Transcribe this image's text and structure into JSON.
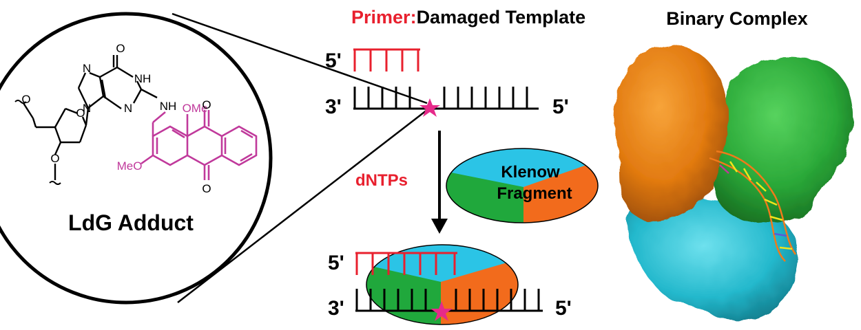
{
  "header": {
    "primer_word": "Primer",
    "separator": ":",
    "template_word": "Damaged Template",
    "binary_title": "Binary Complex"
  },
  "adduct": {
    "label": "LdG Adduct",
    "atoms": {
      "o_carbonyl_top": "O",
      "n7": "N",
      "nh1": "NH",
      "n9": "N",
      "n3": "N",
      "n2h": "NH",
      "sugar_o": "O",
      "ome_top": "OMe",
      "meo_left": "MeO",
      "o_q1": "O",
      "o_q2": "O",
      "o5": "O",
      "o3": "O"
    }
  },
  "duplex_top": {
    "primer_end": "5'",
    "template_left": "3'",
    "template_right": "5'"
  },
  "arrow_label": "dNTPs",
  "enzyme": {
    "line1": "Klenow",
    "line2": "Fragment"
  },
  "duplex_bottom": {
    "primer_end": "5'",
    "template_left": "3'",
    "template_right": "5'"
  },
  "colors": {
    "primer_red": "#e8202e",
    "adduct_magenta": "#c0399b",
    "lesion_star": "#e62a8a",
    "enzyme_cyan": "#2bc4e6",
    "enzyme_green": "#20a83c",
    "enzyme_orange": "#f26b1c",
    "protein_orange": "#e27a10",
    "protein_green": "#2aa838",
    "protein_cyan": "#23b8cc"
  }
}
